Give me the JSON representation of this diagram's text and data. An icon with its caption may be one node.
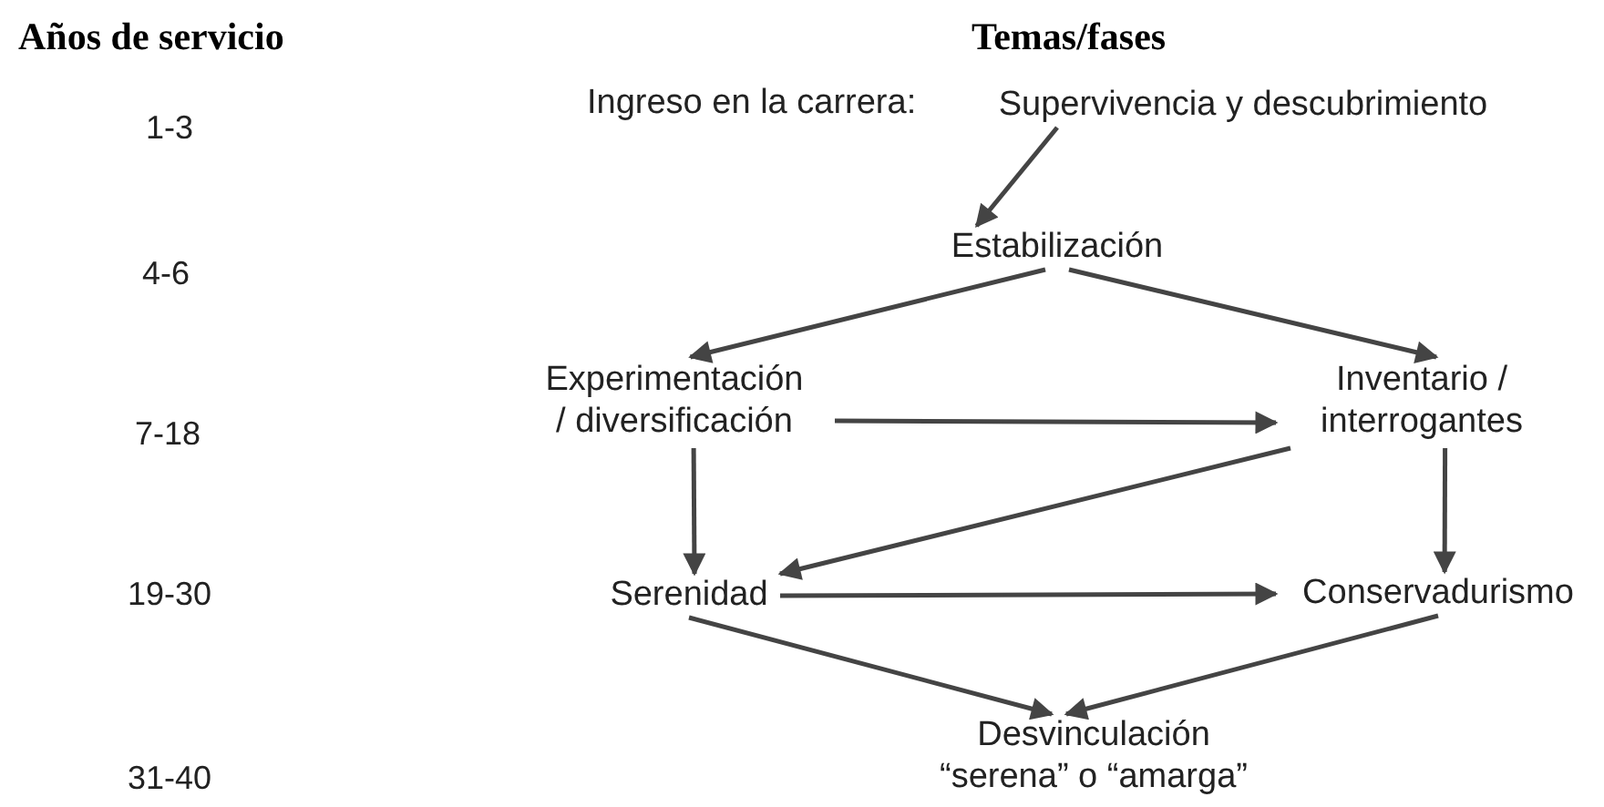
{
  "diagram": {
    "nodes": [
      {
        "text": [
          "Supervivencia y descubrimiento"
        ],
        "beside": [
          "Ingreso en la carrera:"
        ]
      },
      {
        "text": [
          "Estabilización"
        ]
      },
      {
        "text": [
          "Experimentación / diversificación"
        ]
      },
      {
        "text": [
          "Inventario / interrogantes"
        ]
      },
      {
        "text": [
          "Serenidad"
        ]
      },
      {
        "text": [
          "Conservadurismo"
        ]
      },
      {
        "text": [
          "Desvinculación “serena” o “amarga”"
        ]
      }
    ],
    "edges": [
      {
        "from": 0,
        "to": 1,
        "arrow": "to"
      },
      {
        "from": 1,
        "to": 2,
        "arrow": "to"
      },
      {
        "from": 1,
        "to": 3,
        "arrow": "to"
      },
      {
        "from": 2,
        "to": 3,
        "arrow": "to"
      },
      {
        "from": 3,
        "to": 4,
        "arrow": "to"
      },
      {
        "from": 2,
        "to": 4,
        "arrow": "to"
      },
      {
        "from": 3,
        "to": 5,
        "arrow": "to"
      },
      {
        "from": 4,
        "to": 5,
        "arrow": "to"
      },
      {
        "from": 4,
        "to": 6,
        "arrow": "to"
      },
      {
        "from": 5,
        "to": 6,
        "arrow": "to"
      }
    ],
    "labels": [
      "Años de servicio",
      "Temas/fases",
      "1-3",
      "4-6",
      "7-18",
      "19-30",
      "31-40"
    ]
  }
}
